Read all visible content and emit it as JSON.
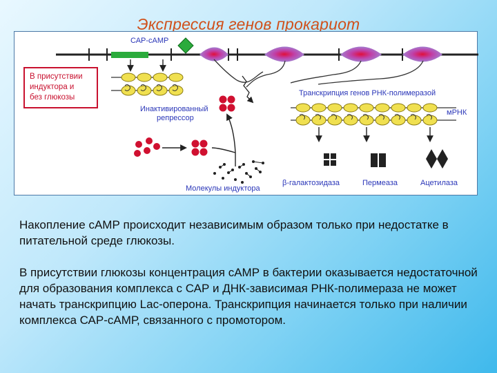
{
  "slide_title": "Экспрессия генов прокариот",
  "diagram": {
    "label_cap_camp": "САР-сАМР",
    "box_text": [
      "В присутствии",
      "индуктора и",
      "без глюкозы"
    ],
    "label_transcription": "Транскрипция генов РНК-полимеразой",
    "label_mrna": "мРНК",
    "label_inactivated_repressor": [
      "Инактивированный",
      "репрессор"
    ],
    "label_inducer_molecules": "Молекулы индуктора",
    "label_beta_galactosidase": "β-галактозидаза",
    "label_permease": "Пермеаза",
    "label_acetylase": "Ацетилаза",
    "colors": {
      "title": "#d0501a",
      "box_border": "#c8102e",
      "label_blue": "#2a36b8",
      "cap_green": "#2bab3c",
      "repressor_red": "#d01030",
      "ribosome_yellow": "#f0e050"
    }
  },
  "body": {
    "paragraph1": "Накопление сАМР происходит независимым образом только при недостатке в питательной среде глюкозы.",
    "paragraph2": "В присутствии глюкозы концентрация сАМР в бактерии оказывается недостаточной для образования комплекса с САР и ДНК-зависимая РНК-полимераза не может начать транскрипцию Lac-оперона. Транскрипция начинается только при наличии комплекса САР-сАМР, связанного с промотором."
  }
}
